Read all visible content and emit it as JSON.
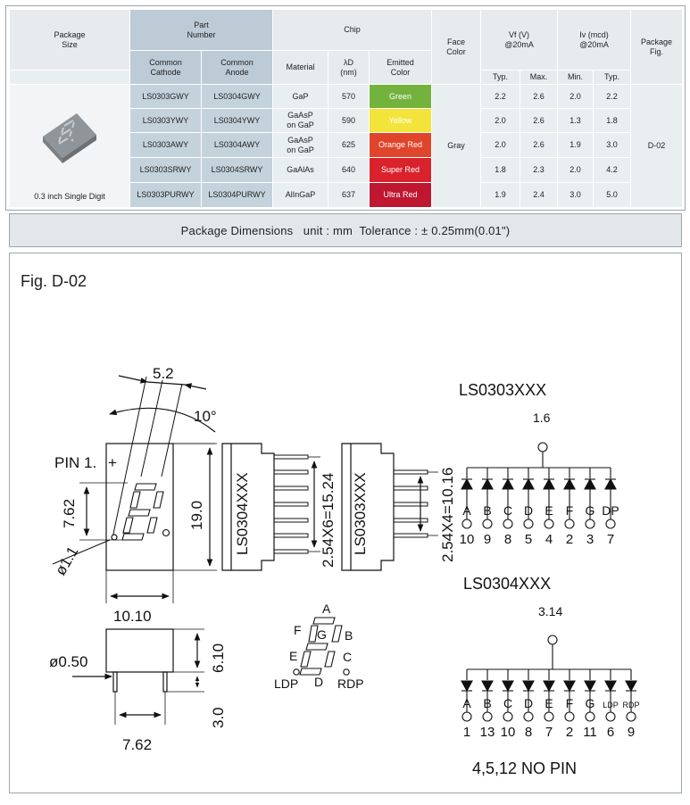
{
  "table": {
    "h_package_size": "Package\nSize",
    "h_part_number": "Part\nNumber",
    "h_chip": "Chip",
    "h_face_color": "Face\nColor",
    "h_vf": "Vf (V)\n@20mA",
    "h_iv": "Iv (mcd)\n@20mA",
    "h_package_fig": "Package\nFig.",
    "h_common_cathode": "Common\nCathode",
    "h_common_anode": "Common\nAnode",
    "h_material": "Material",
    "h_lambda": "λD\n(nm)",
    "h_emitted": "Emitted\nColor",
    "h_vf_typ": "Typ.",
    "h_vf_max": "Max.",
    "h_iv_min": "Min.",
    "h_iv_typ": "Typ.",
    "package_label": "0.3 inch Single Digit",
    "face_color": "Gray",
    "package_fig": "D-02",
    "rows": [
      {
        "cathode": "LS0303GWY",
        "anode": "LS0304GWY",
        "material": "GaP",
        "ld": "570",
        "color": "Green",
        "swatch": "#73b23c",
        "vf_typ": "2.2",
        "vf_max": "2.6",
        "iv_min": "2.0",
        "iv_typ": "2.2"
      },
      {
        "cathode": "LS0303YWY",
        "anode": "LS0304YWY",
        "material": "GaAsP\non GaP",
        "ld": "590",
        "color": "Yellow",
        "swatch": "#f2e43a",
        "vf_typ": "2.0",
        "vf_max": "2.6",
        "iv_min": "1.3",
        "iv_typ": "1.8"
      },
      {
        "cathode": "LS0303AWY",
        "anode": "LS0304AWY",
        "material": "GaAsP\non GaP",
        "ld": "625",
        "color": "Orange Red",
        "swatch": "#e0452b",
        "vf_typ": "2.0",
        "vf_max": "2.6",
        "iv_min": "1.9",
        "iv_typ": "3.0"
      },
      {
        "cathode": "LS0303SRWY",
        "anode": "LS0304SRWY",
        "material": "GaAlAs",
        "ld": "640",
        "color": "Super Red",
        "swatch": "#d9222c",
        "vf_typ": "1.8",
        "vf_max": "2.3",
        "iv_min": "2.0",
        "iv_typ": "4.2"
      },
      {
        "cathode": "LS0303PURWY",
        "anode": "LS0304PURWY",
        "material": "AlInGaP",
        "ld": "637",
        "color": "Ultra Red",
        "swatch": "#bf1730",
        "vf_typ": "1.9",
        "vf_max": "2.4",
        "iv_min": "3.0",
        "iv_typ": "5.0"
      }
    ]
  },
  "band": "Package Dimensions   unit : mm  Tolerance : ± 0.25mm(0.01\")",
  "figure": {
    "title": "Fig. D-02",
    "dims": {
      "w_top": "5.2",
      "angle": "10°",
      "pin1": "PIN 1.",
      "plus": "+",
      "h_seg": "7.62",
      "dia_hole": "ø1.1",
      "h_body": "19.0",
      "w_body": "10.10",
      "pin_dia": "ø0.50",
      "h_side": "6.10",
      "pin_len": "3.0",
      "pitch": "7.62",
      "side1_label": "LS0304XXX",
      "side1_dim": "2.54X6=15.24",
      "side2_label": "LS0303XXX",
      "side2_dim": "2.54X4=10.16"
    },
    "seg": {
      "a": "A",
      "b": "B",
      "c": "C",
      "d": "D",
      "e": "E",
      "f": "F",
      "g": "G",
      "ldp": "LDP",
      "rdp": "RDP"
    },
    "cathode_circuit": {
      "title": "LS0303XXX",
      "common": "1.6",
      "letters": [
        "A",
        "B",
        "C",
        "D",
        "E",
        "F",
        "G",
        "DP"
      ],
      "pins": [
        "10",
        "9",
        "8",
        "5",
        "4",
        "2",
        "3",
        "7"
      ]
    },
    "anode_circuit": {
      "title": "LS0304XXX",
      "common": "3.14",
      "letters": [
        "A",
        "B",
        "C",
        "D",
        "E",
        "F",
        "G",
        "LDP",
        "RDP"
      ],
      "pins": [
        "1",
        "13",
        "10",
        "8",
        "7",
        "2",
        "11",
        "6",
        "9"
      ]
    },
    "no_pin": "4,5,12  NO PIN"
  }
}
